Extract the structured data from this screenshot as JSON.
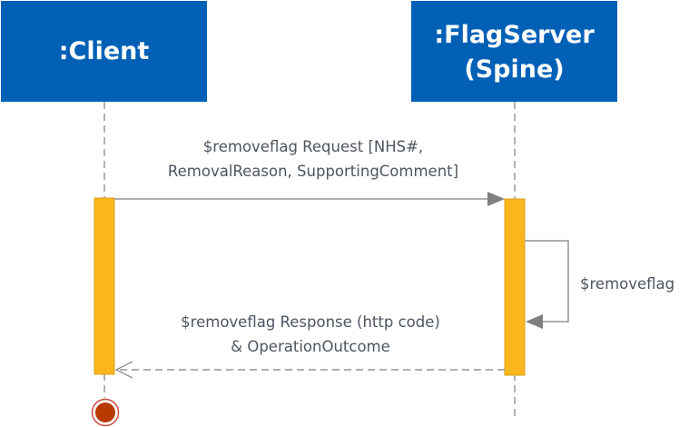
{
  "colors": {
    "header_fill": "#0060b6",
    "header_text": "#ffffff",
    "activation_fill": "#fbb61e",
    "activation_stroke": "#d9a319",
    "line": "#7f7f7f",
    "label_text": "#4d5561",
    "terminator_fill": "#b83a00",
    "terminator_ring": "#c8423a"
  },
  "lifelines": [
    {
      "name": ":Client",
      "lines": [
        ":Client"
      ]
    },
    {
      "name": ":FlagServer (Spine)",
      "lines": [
        ":FlagServer",
        "(Spine)"
      ]
    }
  ],
  "messages": {
    "request": {
      "lines": [
        "$removeflag Request [NHS#,",
        "RemovalReason, SupportingComment]"
      ],
      "style": "solid",
      "from": ":Client",
      "to": ":FlagServer (Spine)"
    },
    "self_call": {
      "label": "$removeflag",
      "style": "solid",
      "from": ":FlagServer (Spine)",
      "to": ":FlagServer (Spine)"
    },
    "response": {
      "lines": [
        "$removeflag Response (http code)",
        "& OperationOutcome"
      ],
      "style": "dashed",
      "from": ":FlagServer (Spine)",
      "to": ":Client"
    }
  },
  "terminator": {
    "lifeline": ":Client"
  }
}
